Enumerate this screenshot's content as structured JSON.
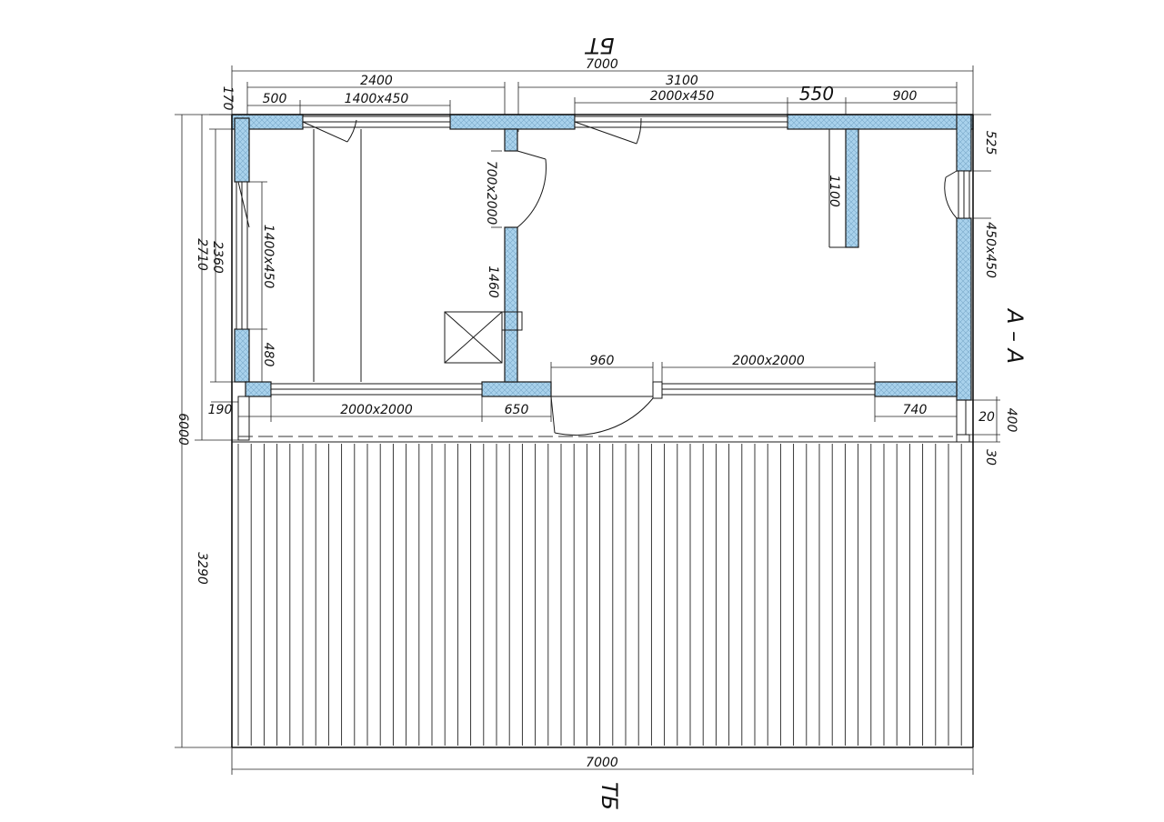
{
  "drawing": {
    "top_marker": "БТ",
    "bottom_marker": "ТБ",
    "section_label": "А – А"
  },
  "dimensions": {
    "overall_top": "7000",
    "overall_bottom": "7000",
    "seg_2400": "2400",
    "seg_3100": "3100",
    "seg_500": "500",
    "win_1400x450_top": "1400x450",
    "win_2000x450": "2000x450",
    "seg_550": "550",
    "seg_900": "900",
    "seg_170": "170",
    "left_6000": "6000",
    "left_2710": "2710",
    "left_2360": "2360",
    "left_3290": "3290",
    "win_1400x450_left": "1400x450",
    "seg_480": "480",
    "door_700x2000": "700x2000",
    "seg_1460": "1460",
    "seg_1100": "1100",
    "seg_525": "525",
    "win_450x450": "450x450",
    "seg_960": "960",
    "win_2000x2000_right": "2000x2000",
    "seg_190": "190",
    "win_2000x2000_left": "2000x2000",
    "seg_650": "650",
    "seg_740": "740",
    "seg_20": "20",
    "seg_400": "400",
    "seg_30": "30"
  }
}
